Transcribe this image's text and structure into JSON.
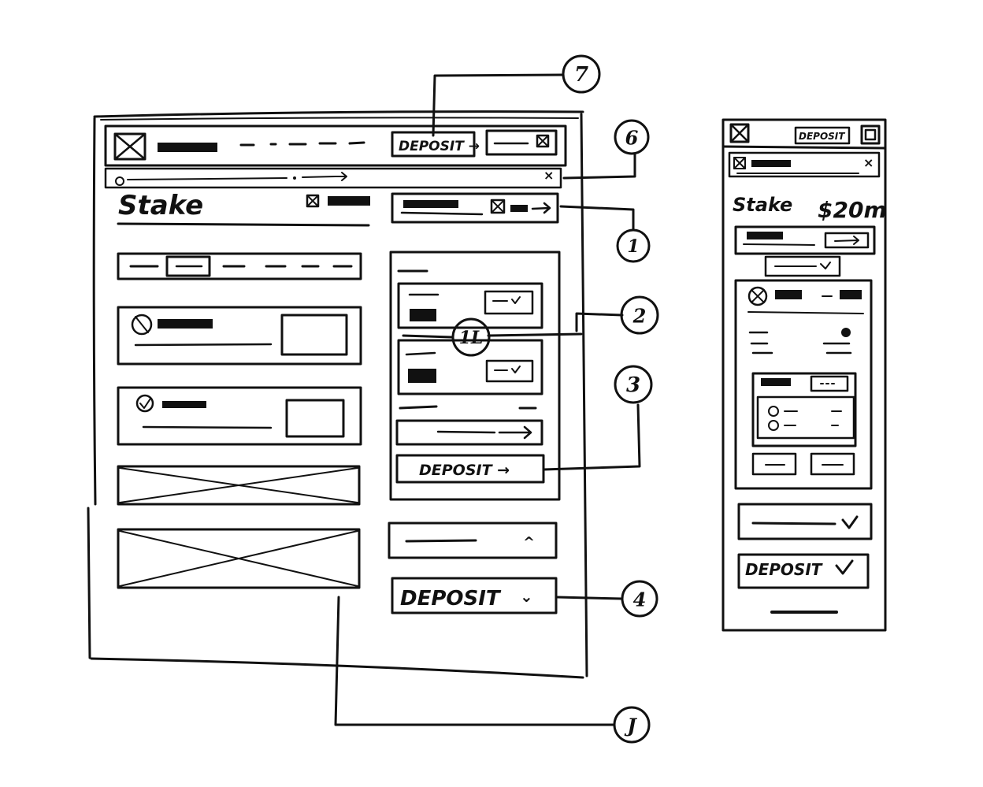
{
  "desktop": {
    "header_button_label": "DEPOSIT →",
    "page_title": "Stake",
    "deposit_arrow_label": "DEPOSIT →",
    "deposit_dropdown_label": "DEPOSIT",
    "expand_glyph": "^",
    "collapse_glyph": "⌄",
    "close_glyph": "×"
  },
  "mobile": {
    "header_button_label": "DEPOSIT",
    "page_title": "Stake",
    "page_amount": "$20m",
    "deposit_dropdown_label": "DEPOSIT",
    "close_glyph": "×"
  },
  "callouts": [
    "7",
    "6",
    "1",
    "2",
    "1L",
    "3",
    "4",
    "J"
  ]
}
